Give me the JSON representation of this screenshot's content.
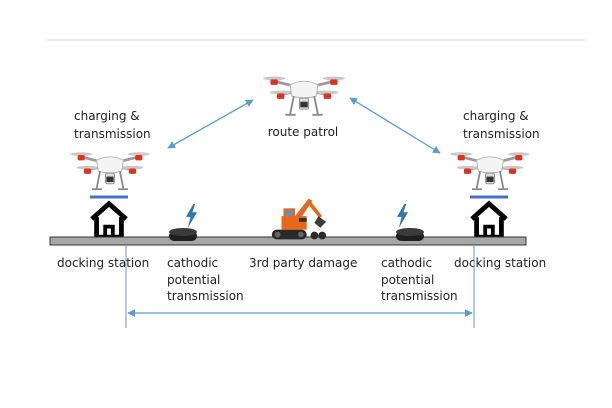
{
  "labels": {
    "route_patrol": "route patrol",
    "charging_left_line1": "charging &",
    "charging_left_line2": "transmission",
    "charging_right_line1": "charging &",
    "charging_right_line2": "transmission",
    "docking_left": "docking station",
    "docking_right": "docking station",
    "cathodic_left_line1": "cathodic",
    "cathodic_left_line2": "potential",
    "cathodic_left_line3": "transmission",
    "cathodic_right_line1": "cathodic",
    "cathodic_right_line2": "potential",
    "cathodic_right_line3": "transmission",
    "third_party": "3rd party damage"
  },
  "colors": {
    "pipeline_fill": "#a6a6a6",
    "pipeline_stroke": "#333333",
    "arrow": "#5b9bd5",
    "header_line": "#d0d0d0",
    "house": "#000000",
    "pad": "#4472c4",
    "lightning": "#2e75b6",
    "excavator": "#e8681a",
    "drone_red": "#e0301e"
  },
  "icons": [
    "drone-icon",
    "house-icon",
    "lightning-icon",
    "sensor-puck-icon",
    "excavator-icon"
  ]
}
